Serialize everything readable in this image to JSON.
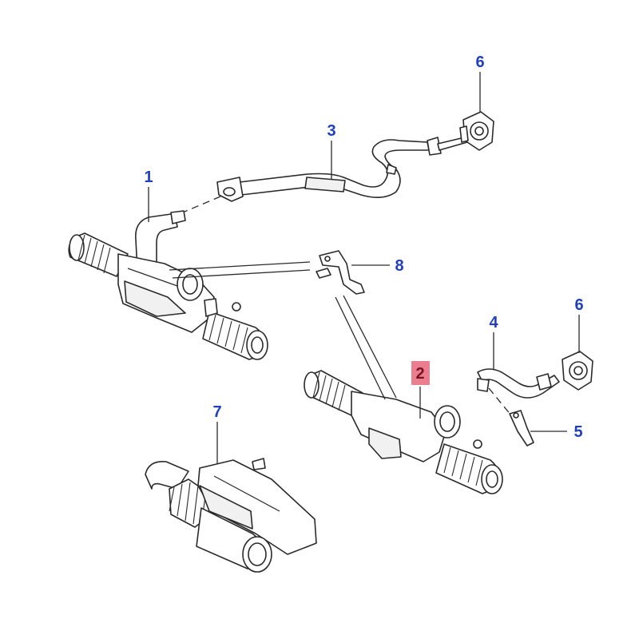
{
  "callouts": [
    {
      "id": "1",
      "text": "1",
      "highlighted": false
    },
    {
      "id": "2",
      "text": "2",
      "highlighted": true
    },
    {
      "id": "3",
      "text": "3",
      "highlighted": false
    },
    {
      "id": "4",
      "text": "4",
      "highlighted": false
    },
    {
      "id": "5",
      "text": "5",
      "highlighted": false
    },
    {
      "id": "6a",
      "text": "6",
      "highlighted": false
    },
    {
      "id": "6b",
      "text": "6",
      "highlighted": false
    },
    {
      "id": "7",
      "text": "7",
      "highlighted": false
    },
    {
      "id": "8",
      "text": "8",
      "highlighted": false
    }
  ],
  "colors": {
    "label": "#1f3fbf",
    "highlight_fill": "#e8677a",
    "highlight_text": "#7a1020",
    "line": "#2a2a2a",
    "background": "#ffffff"
  }
}
